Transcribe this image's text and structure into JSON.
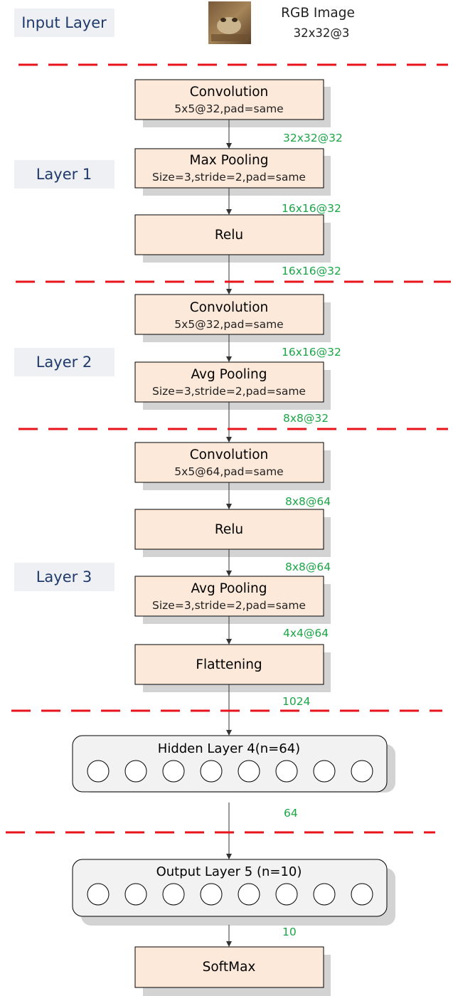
{
  "input": {
    "layer_label": "Input Layer",
    "image_title": "RGB Image",
    "image_shape": "32x32@3"
  },
  "layers": {
    "layer1": "Layer 1",
    "layer2": "Layer 2",
    "layer3": "Layer 3"
  },
  "blocks": {
    "conv1": {
      "title": "Convolution",
      "params": "5x5@32,pad=same"
    },
    "maxpool1": {
      "title": "Max Pooling",
      "params": "Size=3,stride=2,pad=same"
    },
    "relu1": {
      "title": "Relu"
    },
    "conv2": {
      "title": "Convolution",
      "params": "5x5@32,pad=same"
    },
    "avgpool2": {
      "title": "Avg Pooling",
      "params": "Size=3,stride=2,pad=same"
    },
    "conv3": {
      "title": "Convolution",
      "params": "5x5@64,pad=same"
    },
    "relu3": {
      "title": "Relu"
    },
    "avgpool3": {
      "title": "Avg Pooling",
      "params": "Size=3,stride=2,pad=same"
    },
    "flatten": {
      "title": "Flattening"
    },
    "softmax": {
      "title": "SoftMax"
    }
  },
  "dims": {
    "d1": "32x32@32",
    "d2": "16x16@32",
    "d3": "16x16@32",
    "d4": "16x16@32",
    "d5": "8x8@32",
    "d6": "8x8@64",
    "d7": "8x8@64",
    "d8": "4x4@64",
    "d9": "1024",
    "d10": "64",
    "d11": "10"
  },
  "dense": {
    "hidden": {
      "title": "Hidden Layer 4(n=64)",
      "neurons_shown": 8
    },
    "output": {
      "title": "Output Layer 5 (n=10)",
      "neurons_shown": 8
    }
  },
  "colors": {
    "block_fill": "#fde9d9",
    "divider": "#e8131b",
    "dimension_text": "#1aa646",
    "layer_label_text": "#1f3a6b",
    "layer_label_bg": "#eef0f4"
  }
}
